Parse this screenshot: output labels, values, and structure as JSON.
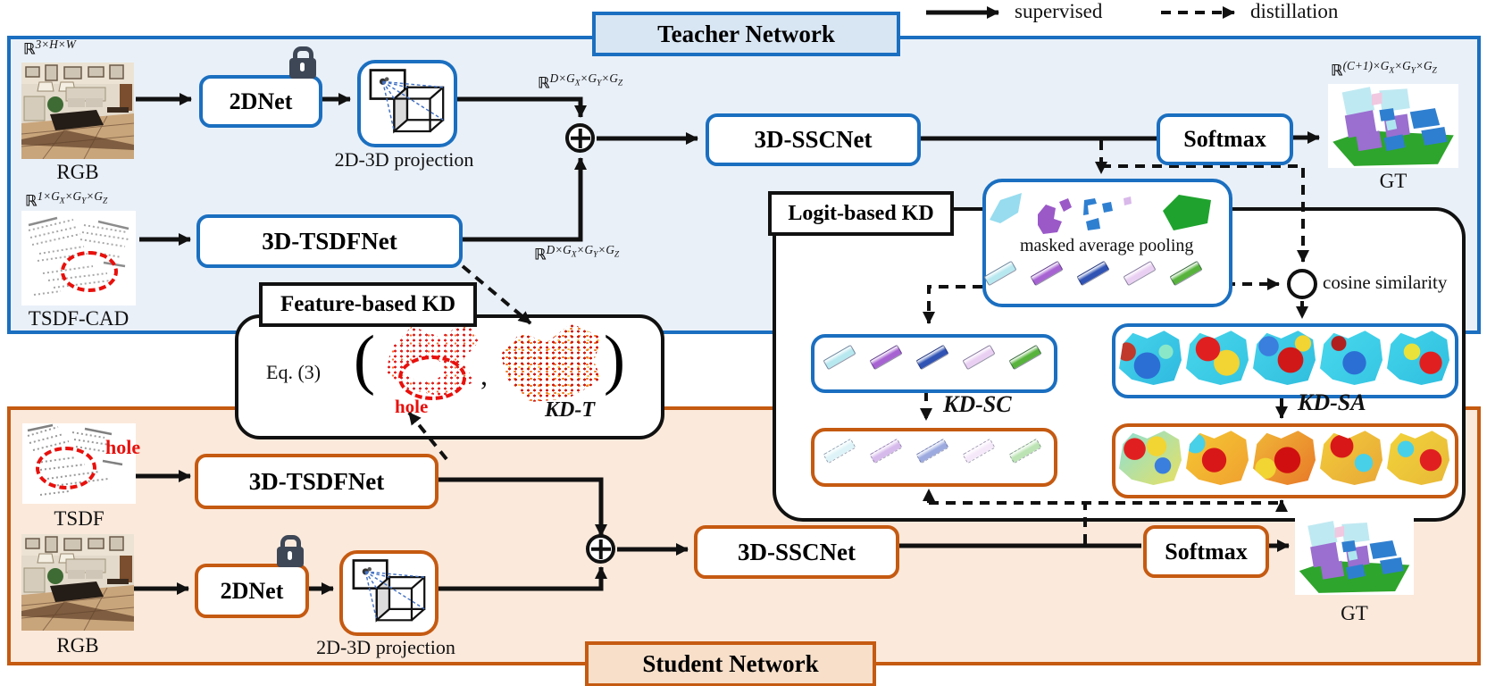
{
  "legend": {
    "supervised": "supervised",
    "distillation": "distillation"
  },
  "teacher": {
    "banner": "Teacher Network",
    "input_dim": "3×H×W",
    "rgb_label": "RGB",
    "net2d": "2DNet",
    "projection_label": "2D-3D projection",
    "feat_dim": "D×G_X×G_Y×G_Z",
    "tsdf_dim": "1×G_X×G_Y×G_Z",
    "tsdf_label": "TSDF-CAD",
    "tsdfnet": "3D-TSDFNet",
    "tsdf_feat_dim": "D×G_X×G_Y×G_Z",
    "sscnet": "3D-SSCNet",
    "softmax": "Softmax",
    "output_dim": "(C+1)×G_X×G_Y×G_Z",
    "gt_label": "GT"
  },
  "student": {
    "banner": "Student Network",
    "tsdf_label": "TSDF",
    "hole_label": "hole",
    "tsdfnet": "3D-TSDFNet",
    "rgb_label": "RGB",
    "net2d": "2DNet",
    "projection_label": "2D-3D projection",
    "sscnet": "3D-SSCNet",
    "softmax": "Softmax",
    "gt_label": "GT"
  },
  "feature_kd": {
    "title": "Feature-based KD",
    "eq_label": "Eq. (3)",
    "open_paren": "(",
    "comma": ",",
    "close_paren": ")",
    "hole_label": "hole",
    "kdt_label": "KD-T"
  },
  "logit_kd": {
    "title": "Logit-based KD",
    "pooling_label": "masked average pooling",
    "cosine_label": "cosine similarity",
    "kdsc_label": "KD-SC",
    "kdsa_label": "KD-SA"
  },
  "r_symbol": "ℝ",
  "colors": {
    "teacher_accent": "#1b6fc0",
    "student_accent": "#c55a11",
    "teacher_bg": "#e9f0f8",
    "student_bg": "#fbe9db",
    "hole_red": "#e8100c",
    "class_bar_colors": [
      "#b7e7ef",
      "#a763d2",
      "#3053b4",
      "#e9d0f2",
      "#57b33c"
    ],
    "class_bar_colors_student": [
      "#d8f2f6",
      "#cfaee8",
      "#8b9cda",
      "#f4e6f8",
      "#b0dfa6"
    ],
    "mask_colors": [
      "#97dcef",
      "#9b59c8",
      "#2f7fd0",
      "#d9b8ea",
      "#1fa32e"
    ]
  }
}
